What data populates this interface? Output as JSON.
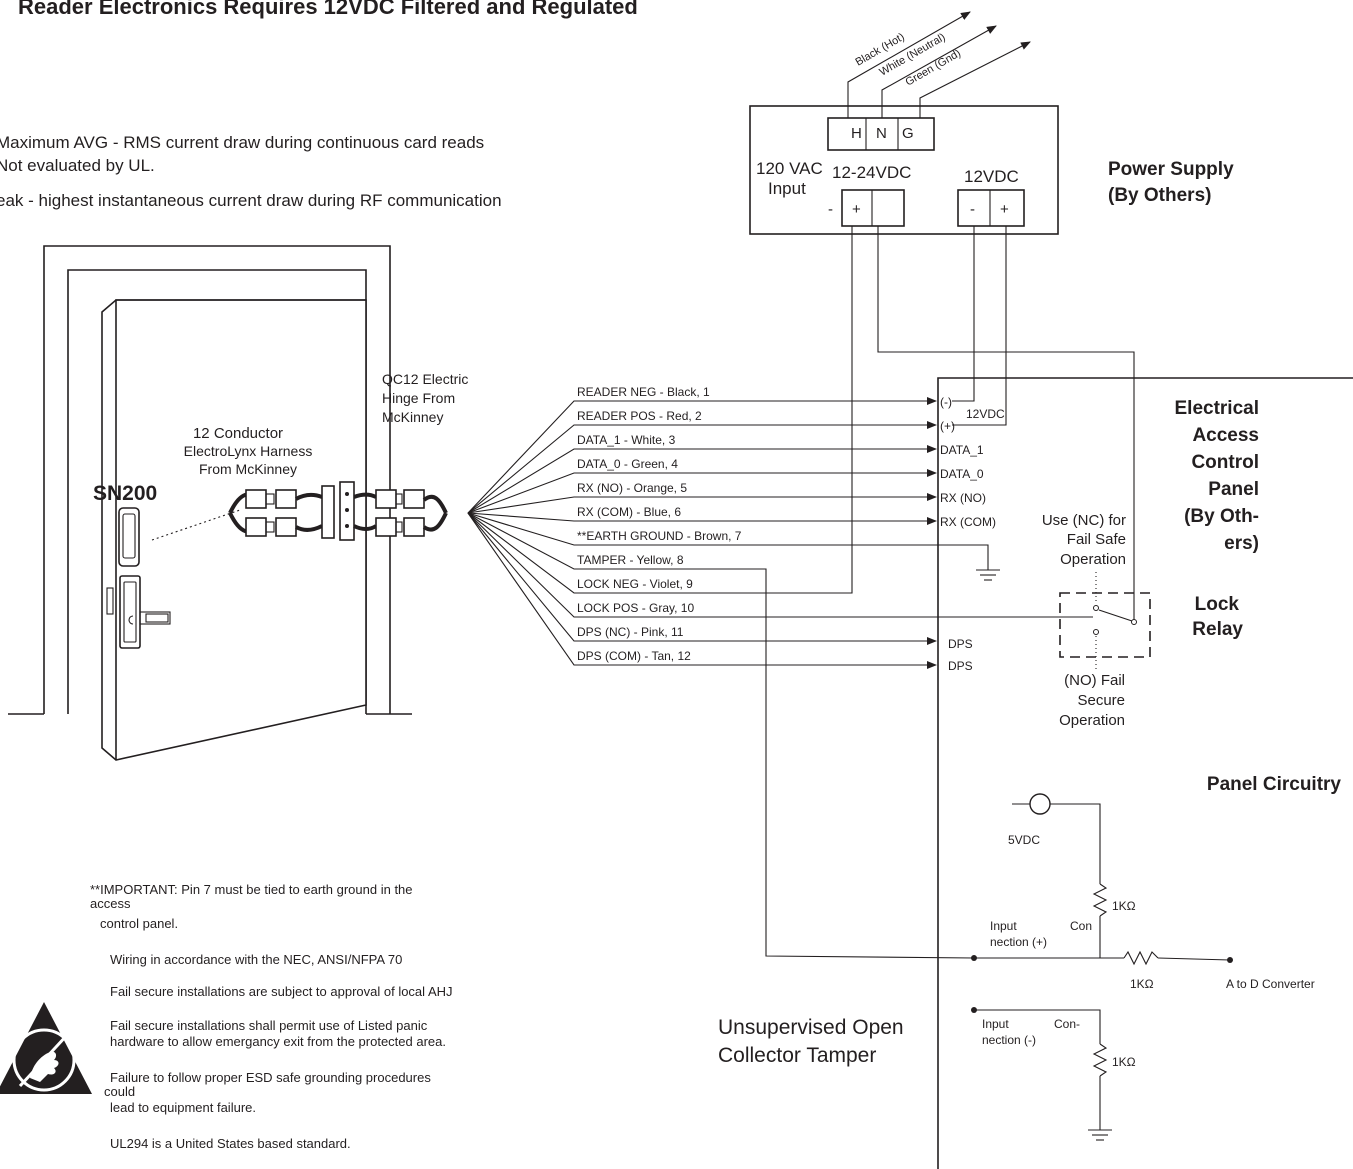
{
  "title": "Reader Electronics Requires 12VDC  Filtered and Regulated",
  "notes_top": {
    "line1": "Maximum AVG - RMS current draw during continuous card reads",
    "line2": "Not evaluated by UL.",
    "line3": "eak - highest instantaneous current draw during RF communication"
  },
  "power_supply": {
    "label1": "Power Supply",
    "label2": "(By Others)",
    "input1": "120 VAC",
    "input2": "Input",
    "out1": "12-24VDC",
    "out2": "12VDC",
    "term_h": "H",
    "term_n": "N",
    "term_g": "G",
    "minus": "-",
    "plus": "+",
    "wire_hot": "Black (Hot)",
    "wire_neutral": "White (Neutral)",
    "wire_gnd": "Green (Gnd)"
  },
  "door": {
    "reader_label": "SN200",
    "harness1": "12 Conductor",
    "harness2": "ElectroLynx Harness",
    "harness3": "From McKinney",
    "hinge1": "QC12 Electric",
    "hinge2": "Hinge From",
    "hinge3": "McKinney"
  },
  "wires": [
    "READER NEG - Black, 1",
    "READER POS - Red, 2",
    "DATA_1 - White, 3",
    "DATA_0 - Green, 4",
    "RX (NO) - Orange, 5",
    "RX (COM) - Blue, 6",
    "**EARTH GROUND - Brown, 7",
    "TAMPER - Yellow, 8",
    "LOCK NEG - Violet, 9",
    "LOCK POS - Gray, 10",
    "DPS (NC) - Pink, 11",
    "DPS (COM) - Tan, 12"
  ],
  "panel_terms": {
    "neg": "(-)",
    "pos": "(+)",
    "v12": "12VDC",
    "data1": "DATA_1",
    "data0": "DATA_0",
    "rxno": "RX (NO)",
    "rxcom": "RX (COM)",
    "dps1": "DPS",
    "dps2": "DPS"
  },
  "panel": {
    "l1": "Electrical",
    "l2": "Access",
    "l3": "Control",
    "l4": "Panel",
    "l5": "(By Oth-",
    "l6": "ers)"
  },
  "relay": {
    "l1": "Lock",
    "l2": "Relay",
    "nc1": "Use (NC) for",
    "nc2": "Fail Safe",
    "nc3": "Operation",
    "no1": "(NO) Fail",
    "no2": "Secure",
    "no3": "Operation"
  },
  "circuit": {
    "title": "Panel Circuitry",
    "v5": "5VDC",
    "r1": "1KΩ",
    "r2": "1KΩ",
    "r3": "1KΩ",
    "inp_a1": "Input",
    "inp_a2": "Con",
    "inp_a3": "nection (+)",
    "inp_b1": "Input",
    "inp_b2": "Con-",
    "inp_b3": "nection (-)",
    "adc": "A to D Converter",
    "tamper1": "Unsupervised Open",
    "tamper2": "Collector Tamper"
  },
  "notes_bottom": [
    "**IMPORTANT: Pin 7 must be tied to earth ground in the",
    "access",
    "control panel.",
    "Wiring in accordance with the NEC, ANSI/NFPA 70",
    "Fail secure installations are subject to approval of local AHJ",
    "Fail secure installations shall permit use of Listed panic",
    "hardware to allow emergancy exit from the protected area.",
    "Failure to follow proper ESD safe grounding procedures",
    "could",
    "lead to equipment failure.",
    "UL294 is a United States based standard."
  ]
}
